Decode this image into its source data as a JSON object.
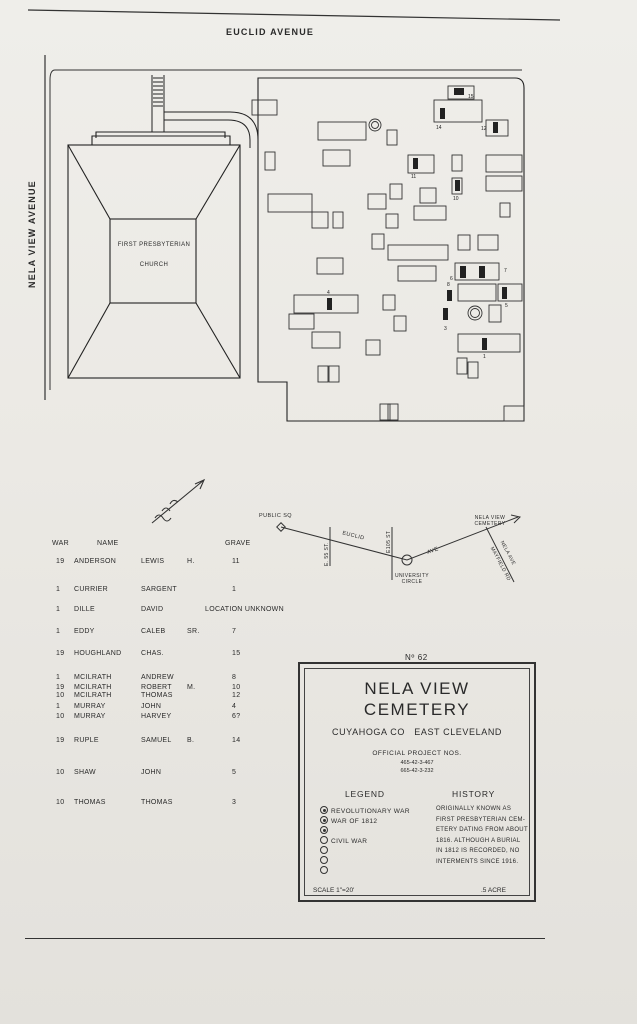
{
  "streets": {
    "top": "EUCLID AVENUE",
    "left": "NELA VIEW AVENUE"
  },
  "church_label": [
    "FIRST PRESBYTERIAN",
    "CHURCH"
  ],
  "plot_numbers": [
    "15",
    "14",
    "12",
    "11",
    "10",
    "7",
    "4",
    "8",
    "6",
    "5",
    "3",
    "1"
  ],
  "locator": {
    "public_sq": "PUBLIC SQ",
    "euclid": "EUCLID",
    "ave": "AVE",
    "e55": "E. 55 ST.",
    "e105": "E105 ST",
    "university_circle": "UNIVERSITY CIRCLE",
    "cemetery": "NELA VIEW CEMETERY",
    "nela_ave": "NELA AVE",
    "mayfield": "MAYFIELD RD"
  },
  "table": {
    "headers": {
      "war": "WAR",
      "name": "NAME",
      "grave": "GRAVE"
    },
    "rows": [
      {
        "war": "19",
        "last": "ANDERSON",
        "first": "LEWIS",
        "mid": "H.",
        "grave": "11"
      },
      {
        "war": "1",
        "last": "CURRIER",
        "first": "SARGENT",
        "mid": "",
        "grave": "1"
      },
      {
        "war": "1",
        "last": "DILLE",
        "first": "DAVID",
        "mid": "",
        "grave": "LOCATION UNKNOWN"
      },
      {
        "war": "1",
        "last": "EDDY",
        "first": "CALEB",
        "mid": "SR.",
        "grave": "7"
      },
      {
        "war": "19",
        "last": "HOUGHLAND",
        "first": "CHAS.",
        "mid": "",
        "grave": "15"
      },
      {
        "war": "1",
        "last": "MCILRATH",
        "first": "ANDREW",
        "mid": "",
        "grave": "8"
      },
      {
        "war": "19",
        "last": "MCILRATH",
        "first": "ROBERT",
        "mid": "M.",
        "grave": "10"
      },
      {
        "war": "10",
        "last": "MCILRATH",
        "first": "THOMAS",
        "mid": "",
        "grave": "12"
      },
      {
        "war": "1",
        "last": "MURRAY",
        "first": "JOHN",
        "mid": "",
        "grave": "4"
      },
      {
        "war": "10",
        "last": "MURRAY",
        "first": "HARVEY",
        "mid": "",
        "grave": "6?"
      },
      {
        "war": "19",
        "last": "RUPLE",
        "first": "SAMUEL",
        "mid": "B.",
        "grave": "14"
      },
      {
        "war": "10",
        "last": "SHAW",
        "first": "JOHN",
        "mid": "",
        "grave": "5"
      },
      {
        "war": "10",
        "last": "THOMAS",
        "first": "THOMAS",
        "mid": "",
        "grave": "3"
      }
    ]
  },
  "cartouche": {
    "number": "Nº 62",
    "title_line1": "NELA VIEW",
    "title_line2": "CEMETERY",
    "county": "CUYAHOGA CO",
    "city": "EAST CLEVELAND",
    "projects_label": "OFFICIAL PROJECT NOS.",
    "project1": "465-42-3-467",
    "project2": "665-42-3-232",
    "legend_title": "LEGEND",
    "history_title": "HISTORY",
    "legend": [
      "REVOLUTIONARY WAR",
      "WAR OF 1812",
      "",
      "CIVIL WAR",
      "",
      "",
      ""
    ],
    "history": [
      "ORIGINALLY KNOWN AS",
      "FIRST PRESBYTERIAN CEM-",
      "ETERY DATING FROM ABOUT",
      "1816. ALTHOUGH A BURIAL",
      "IN 1812 IS RECORDED, NO",
      "INTERMENTS SINCE 1916."
    ],
    "scale": "SCALE 1\"=20'",
    "acre": ".5 ACRE"
  }
}
